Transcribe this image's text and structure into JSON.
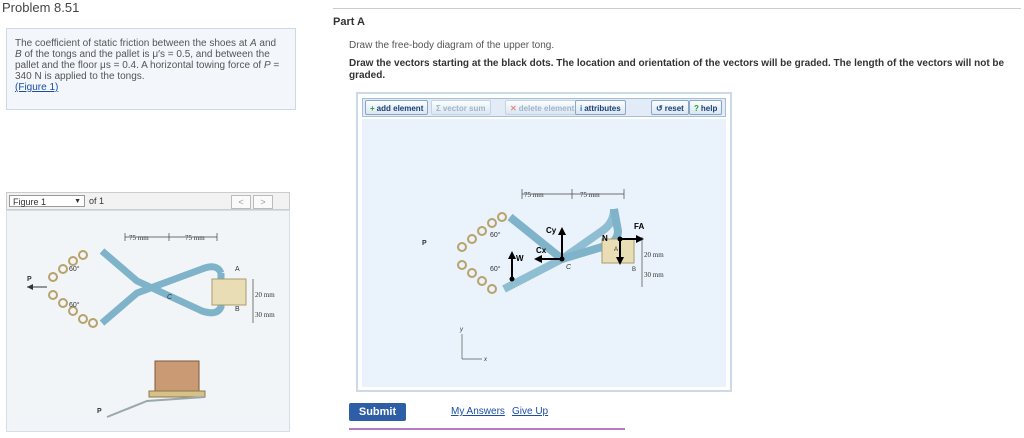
{
  "problem": {
    "title": "Problem 8.51",
    "statement_line1_pre": "The coefficient of static friction between the shoes at ",
    "statement_A": "A",
    "statement_line1_and": " and",
    "statement_B": "B",
    "statement_line2": " of the tongs and the pallet is μ′s = 0.5, and between the",
    "statement_line3": "pallet and the floor μs = 0.4. A horizontal towing force of ",
    "statement_P": "P",
    "statement_line3_eq": " =",
    "statement_line4": "340  N is applied to the tongs.",
    "figure_link": "(Figure 1)"
  },
  "figure": {
    "selector": "Figure 1",
    "of_text": "of 1",
    "prev": "<",
    "next": ">",
    "labels": {
      "dim1": "75 mm",
      "dim2": "75 mm",
      "angle1": "60°",
      "angle2": "60°",
      "p": "P",
      "a": "A",
      "b": "B",
      "c": "C",
      "dim3": "20 mm",
      "dim4": "30 mm",
      "p2": "P"
    }
  },
  "part": {
    "title": "Part A",
    "instruction_1": "Draw the free-body diagram of the upper tong.",
    "instruction_2": "Draw the vectors starting at the black dots. The location and orientation of the vectors will be graded. The length of the vectors will not be graded."
  },
  "toolbar": {
    "add_element": "add element",
    "vector_sum": "vector sum",
    "delete_element": "delete element",
    "attributes": "attributes",
    "reset": "reset",
    "help": "help"
  },
  "fbd": {
    "dim1": "75 mm",
    "dim2": "75 mm",
    "angle1": "60°",
    "angle2": "60°",
    "p": "P",
    "cx": "Cx",
    "cy": "Cy",
    "w": "W",
    "c": "C",
    "n": "N",
    "fa": "FA",
    "a": "A",
    "b": "B",
    "dim3": "20 mm",
    "dim4": "30 mm",
    "y_axis": "y",
    "x_axis": "x"
  },
  "actions": {
    "submit": "Submit",
    "my_answers": "My Answers",
    "give_up": "Give Up"
  },
  "colors": {
    "accent": "#2e5fa6",
    "tong": "#7fb3c9",
    "chain": "#b8a26a",
    "panel_bg": "#eaf3fb"
  }
}
